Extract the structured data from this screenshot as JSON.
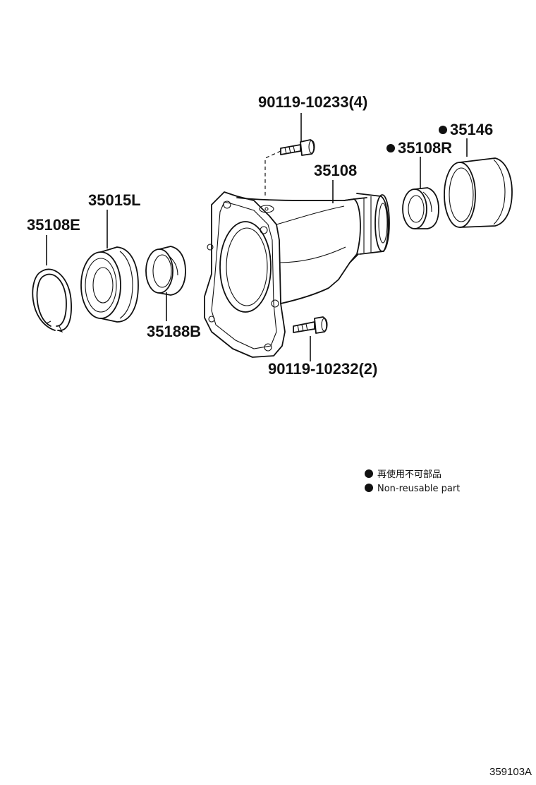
{
  "parts": {
    "snap_ring": "35108E",
    "bearing": "35015L",
    "spacer": "35188B",
    "extension_housing": "35108",
    "oil_seal": "35108R",
    "dust_deflector": "35146",
    "bolt_upper": "90119-10233(4)",
    "bolt_lower": "90119-10232(2)"
  },
  "legend": {
    "line1": "再使用不可部品",
    "line2": "Non-reusable part"
  },
  "diagram_code": "359103A",
  "non_reusable_marker": "●"
}
